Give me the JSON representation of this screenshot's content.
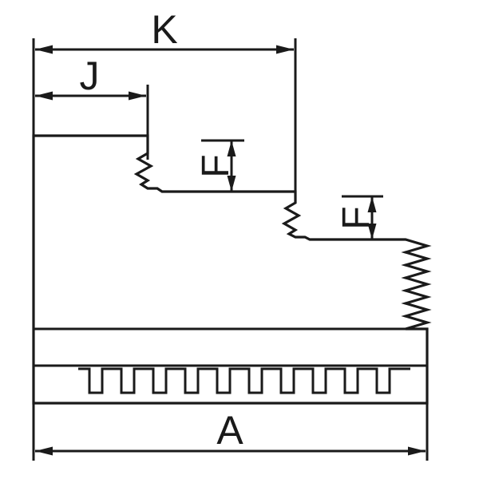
{
  "colors": {
    "line": "#1a1a1a",
    "background": "#ffffff"
  },
  "labels": {
    "k": "K",
    "j": "J",
    "f_upper": "F",
    "f_lower": "F",
    "a": "A"
  }
}
